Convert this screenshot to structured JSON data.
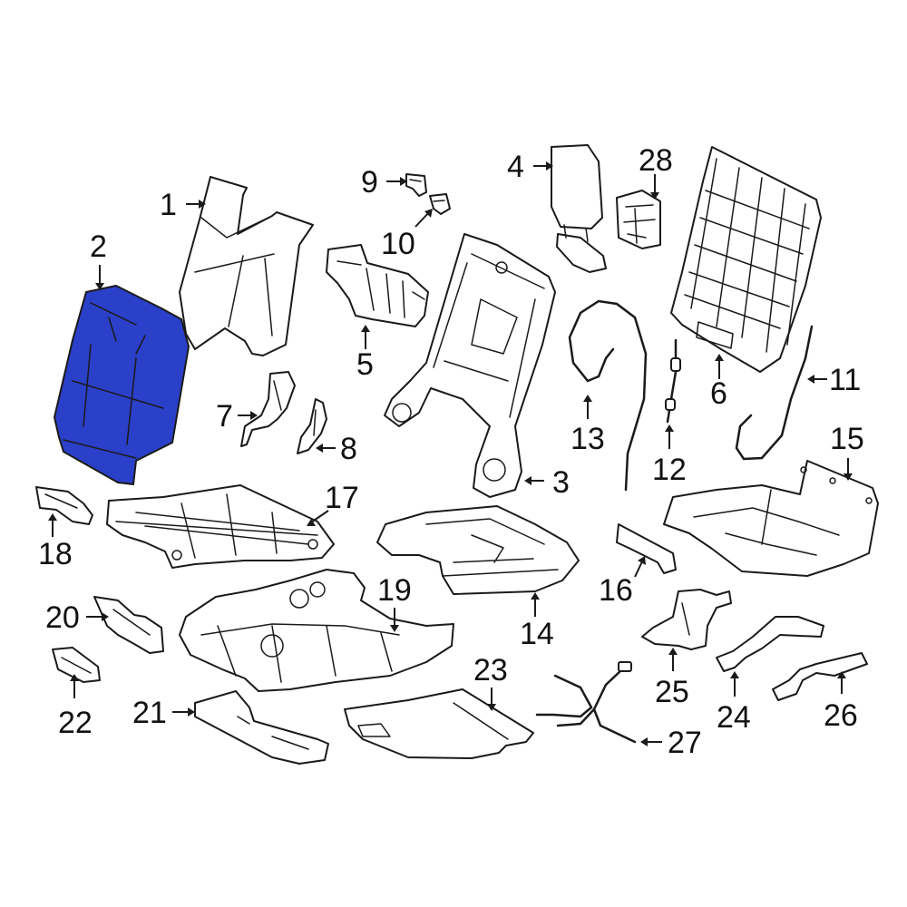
{
  "highlight_color": "#2b40c8",
  "highlighted_part": "2",
  "callouts": {
    "c1": "1",
    "c2": "2",
    "c3": "3",
    "c4": "4",
    "c5": "5",
    "c6": "6",
    "c7": "7",
    "c8": "8",
    "c9": "9",
    "c10": "10",
    "c11": "11",
    "c12": "12",
    "c13": "13",
    "c14": "14",
    "c15": "15",
    "c16": "16",
    "c17": "17",
    "c18": "18",
    "c19": "19",
    "c20": "20",
    "c21": "21",
    "c22": "22",
    "c23": "23",
    "c24": "24",
    "c25": "25",
    "c26": "26",
    "c27": "27",
    "c28": "28"
  }
}
